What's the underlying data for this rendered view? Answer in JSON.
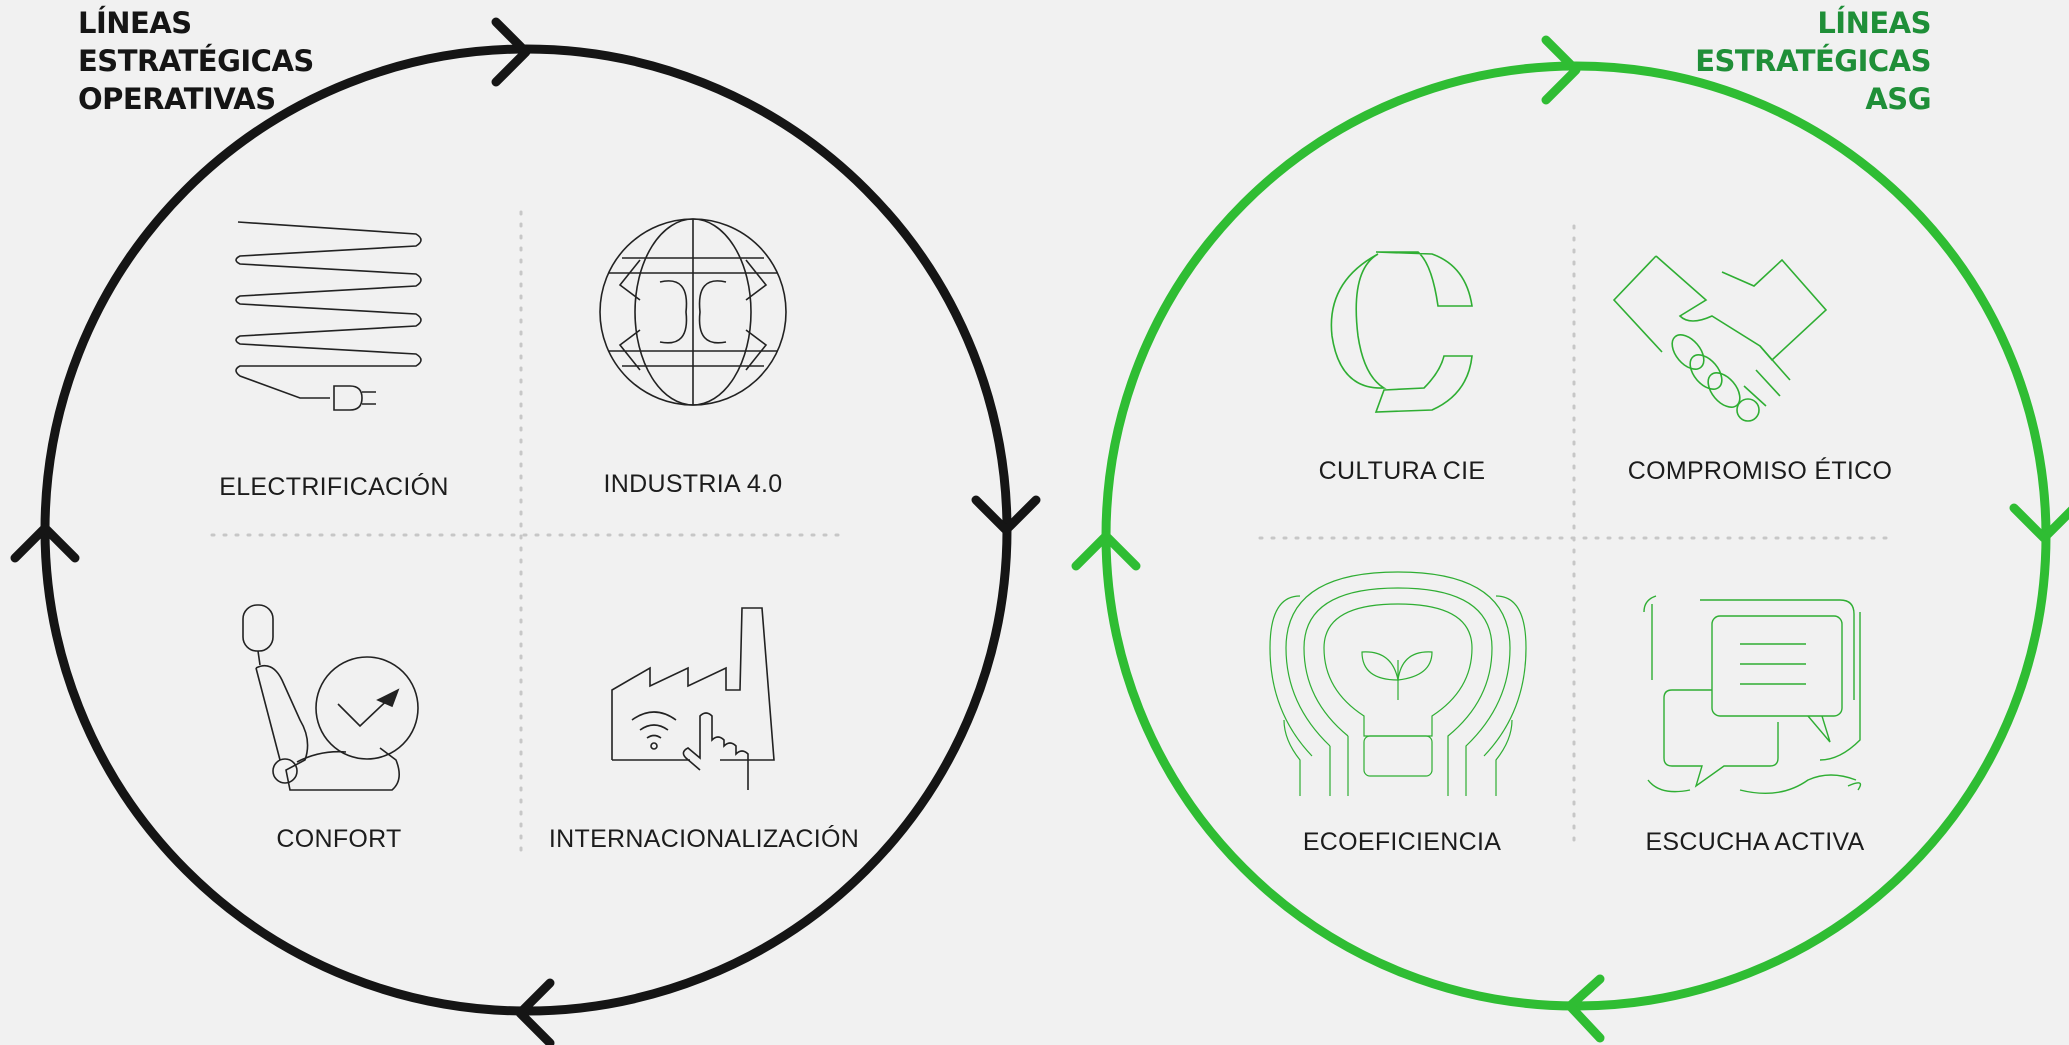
{
  "left_panel": {
    "title_lines": [
      "LÍNEAS",
      "ESTRATÉGICAS",
      "OPERATIVAS"
    ],
    "color": "#151515",
    "items": [
      {
        "label": "ELECTRIFICACIÓN",
        "icon": "heating-coil-plug-icon"
      },
      {
        "label": "INDUSTRIA 4.0",
        "icon": "globe-logo-icon"
      },
      {
        "label": "CONFORT",
        "icon": "car-seat-check-icon"
      },
      {
        "label": "INTERNACIONALIZACIÓN",
        "icon": "factory-touch-wifi-icon"
      }
    ]
  },
  "right_panel": {
    "title_lines": [
      "LÍNEAS",
      "ESTRATÉGICAS",
      "ASG"
    ],
    "color": "#2fbd33",
    "title_color": "#1f8f38",
    "items": [
      {
        "label": "CULTURA CIE",
        "icon": "cie-logo-icon"
      },
      {
        "label": "COMPROMISO ÉTICO",
        "icon": "handshake-icon"
      },
      {
        "label": "ECOEFICIENCIA",
        "icon": "lightbulb-plant-icon"
      },
      {
        "label": "ESCUCHA ACTIVA",
        "icon": "chat-bubbles-icon"
      }
    ]
  }
}
